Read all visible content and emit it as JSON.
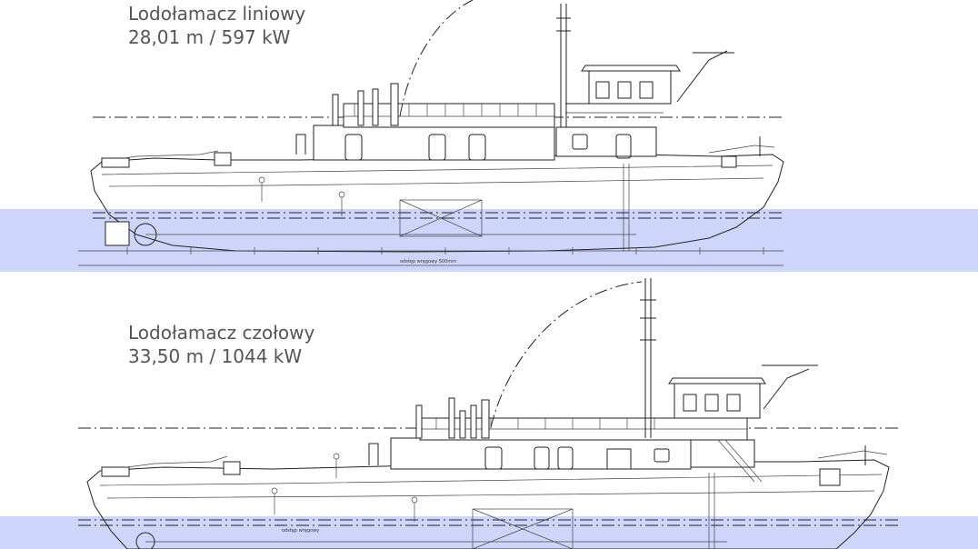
{
  "ships": [
    {
      "name": "Lodołamacz liniowy",
      "specs": "28,01 m / 597 kW",
      "scale_note": "odstęp wręgowy 500mm"
    },
    {
      "name": "Lodołamacz czołowy",
      "specs": "33,50 m / 1044 kW",
      "scale_note": "odstęp wręgowy"
    }
  ],
  "colors": {
    "waterline_band": "#cdd6fa",
    "caption_text": "#555555",
    "line_art": "#222222"
  }
}
